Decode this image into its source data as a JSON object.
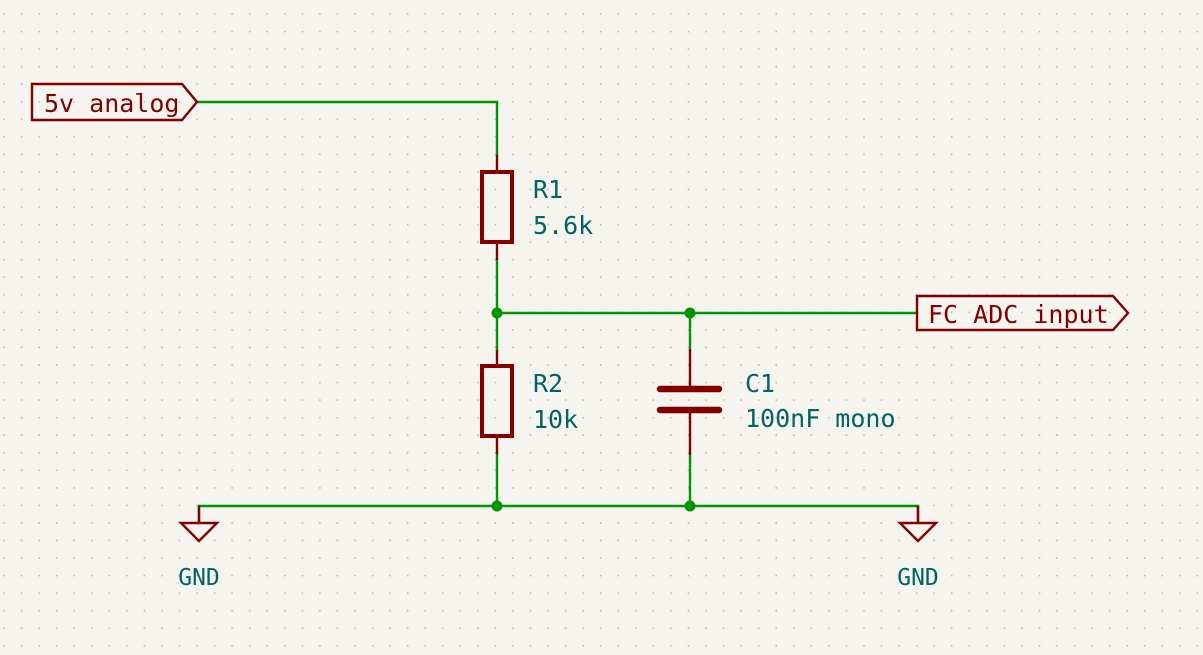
{
  "colors": {
    "background": "#f5f4ef",
    "wire": "#009600",
    "component": "#840000",
    "text": "#006464",
    "grid": "#b8b8b4"
  },
  "labels": {
    "input": "5v analog",
    "output": "FC ADC input"
  },
  "components": {
    "r1": {
      "ref": "R1",
      "value": "5.6k"
    },
    "r2": {
      "ref": "R2",
      "value": "10k"
    },
    "c1": {
      "ref": "C1",
      "value": "100nF mono"
    }
  },
  "power": {
    "gnd_left": "GND",
    "gnd_right": "GND"
  }
}
